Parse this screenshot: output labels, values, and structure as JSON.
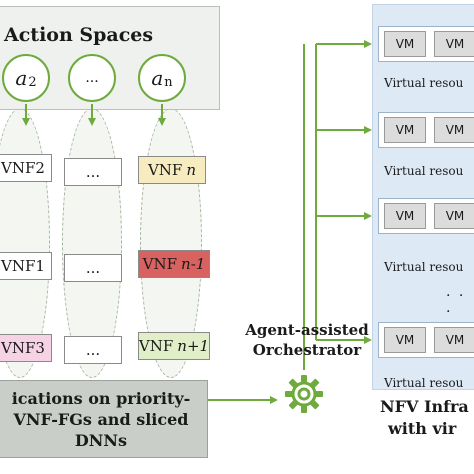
{
  "action_spaces": {
    "title": "Action Spaces",
    "nodes": [
      {
        "base": "a",
        "sub": "2"
      },
      {
        "text": "..."
      },
      {
        "base": "a",
        "sub": "n"
      }
    ]
  },
  "vnf_rows": [
    [
      {
        "label": "VNF2",
        "italic": ""
      },
      {
        "label": "...",
        "italic": ""
      },
      {
        "label": "VNF",
        "italic": "n"
      }
    ],
    [
      {
        "label": "VNF1",
        "italic": ""
      },
      {
        "label": "...",
        "italic": ""
      },
      {
        "label": "VNF",
        "italic": "n-1"
      }
    ],
    [
      {
        "label": "VNF3",
        "italic": ""
      },
      {
        "label": "...",
        "italic": ""
      },
      {
        "label": "VNF",
        "italic": "n+1"
      }
    ]
  ],
  "applications": {
    "lines": [
      "ications on priority-",
      "VNF-FGs and sliced",
      "DNNs"
    ]
  },
  "orchestrator": {
    "lines": [
      "Agent-assisted",
      "Orchestrator"
    ]
  },
  "nfv": {
    "servers": [
      {
        "vms": [
          "VM",
          "VM"
        ],
        "label": "Virtual resou"
      },
      {
        "vms": [
          "VM",
          "VM"
        ],
        "label": "Virtual resou"
      },
      {
        "vms": [
          "VM",
          "VM"
        ],
        "label": "Virtual resou"
      },
      {
        "vms": [
          "VM",
          "VM"
        ],
        "label": "Virtual resou"
      }
    ],
    "dots": ". . .",
    "title_lines": [
      "NFV Infra",
      "with vir"
    ]
  },
  "colors": {
    "green": "#6faa3c",
    "vnf_row1": [
      "#ffffff",
      "#ffffff",
      "#f6ecc0"
    ],
    "vnf_row2": [
      "#ffffff",
      "#ffffff",
      "#d7625f"
    ],
    "vnf_row3": [
      "#f5d3e4",
      "#ffffff",
      "#e1efc9"
    ],
    "nfv_bg": "#dde9f5"
  }
}
